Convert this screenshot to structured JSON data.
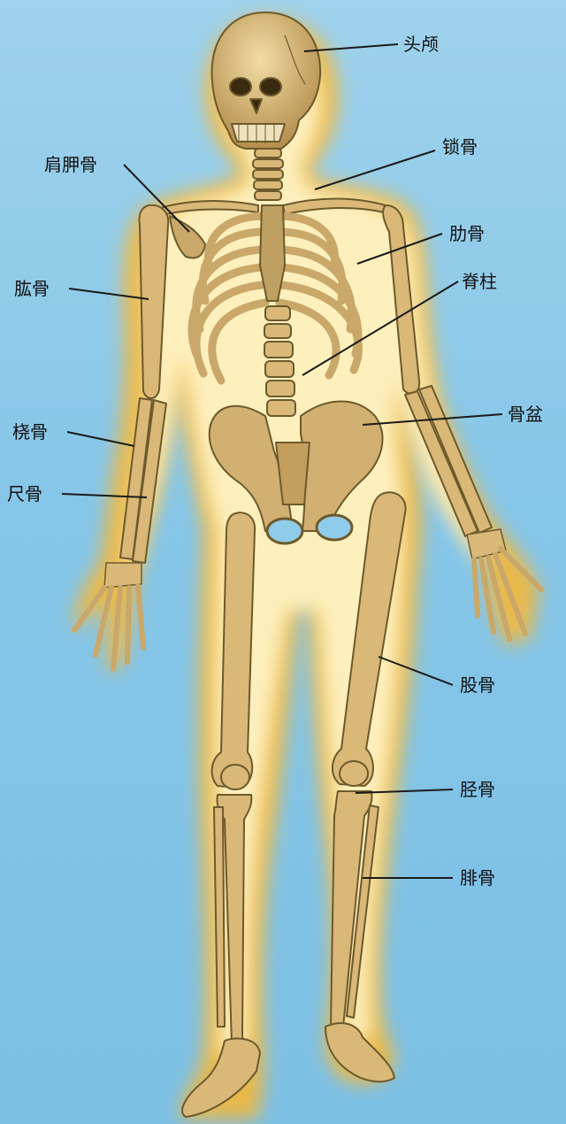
{
  "diagram": {
    "labels": {
      "skull": "头颅",
      "clavicle": "锁骨",
      "scapula": "肩胛骨",
      "ribs": "肋骨",
      "spine": "脊柱",
      "humerus": "肱骨",
      "pelvis": "骨盆",
      "radius": "桡骨",
      "ulna": "尺骨",
      "femur": "股骨",
      "tibia": "胫骨",
      "fibula": "腓骨"
    },
    "colors": {
      "background": "#86c6e8",
      "body_glow": "#f7c64a",
      "body_core": "#fff4c6",
      "bone": "#d9b878",
      "bone_shadow": "#6d5a2c",
      "leader_line": "#1a1a1a"
    }
  }
}
